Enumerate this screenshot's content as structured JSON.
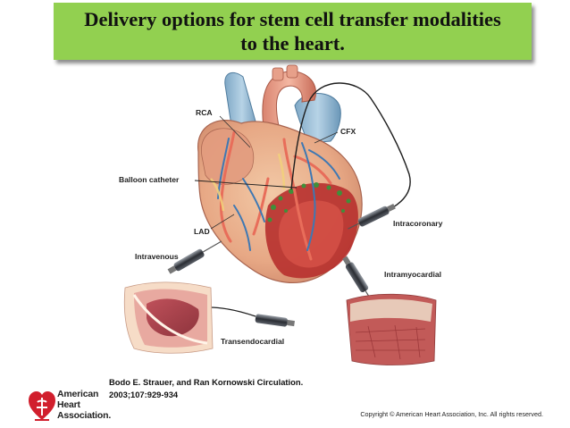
{
  "title": {
    "line1": "Delivery options for stem cell transfer modalities",
    "line2": "to the heart."
  },
  "labels": {
    "rca": "RCA",
    "cfx": "CFX",
    "balloon_catheter": "Balloon catheter",
    "lad": "LAD",
    "intravenous": "Intravenous",
    "intracoronary": "Intracoronary",
    "intramyocardial": "Intramyocardial",
    "transendocardial": "Transendocardial"
  },
  "citation": {
    "line1": "Bodo E. Strauer, and Ran Kornowski Circulation.",
    "line2": "2003;107:929-934"
  },
  "logo": {
    "line1": "American",
    "line2": "Heart",
    "line3": "Association."
  },
  "copyright": "Copyright © American Heart Association, Inc. All rights reserved.",
  "colors": {
    "title_bg": "#92d050",
    "aha_red": "#d11f2d"
  }
}
